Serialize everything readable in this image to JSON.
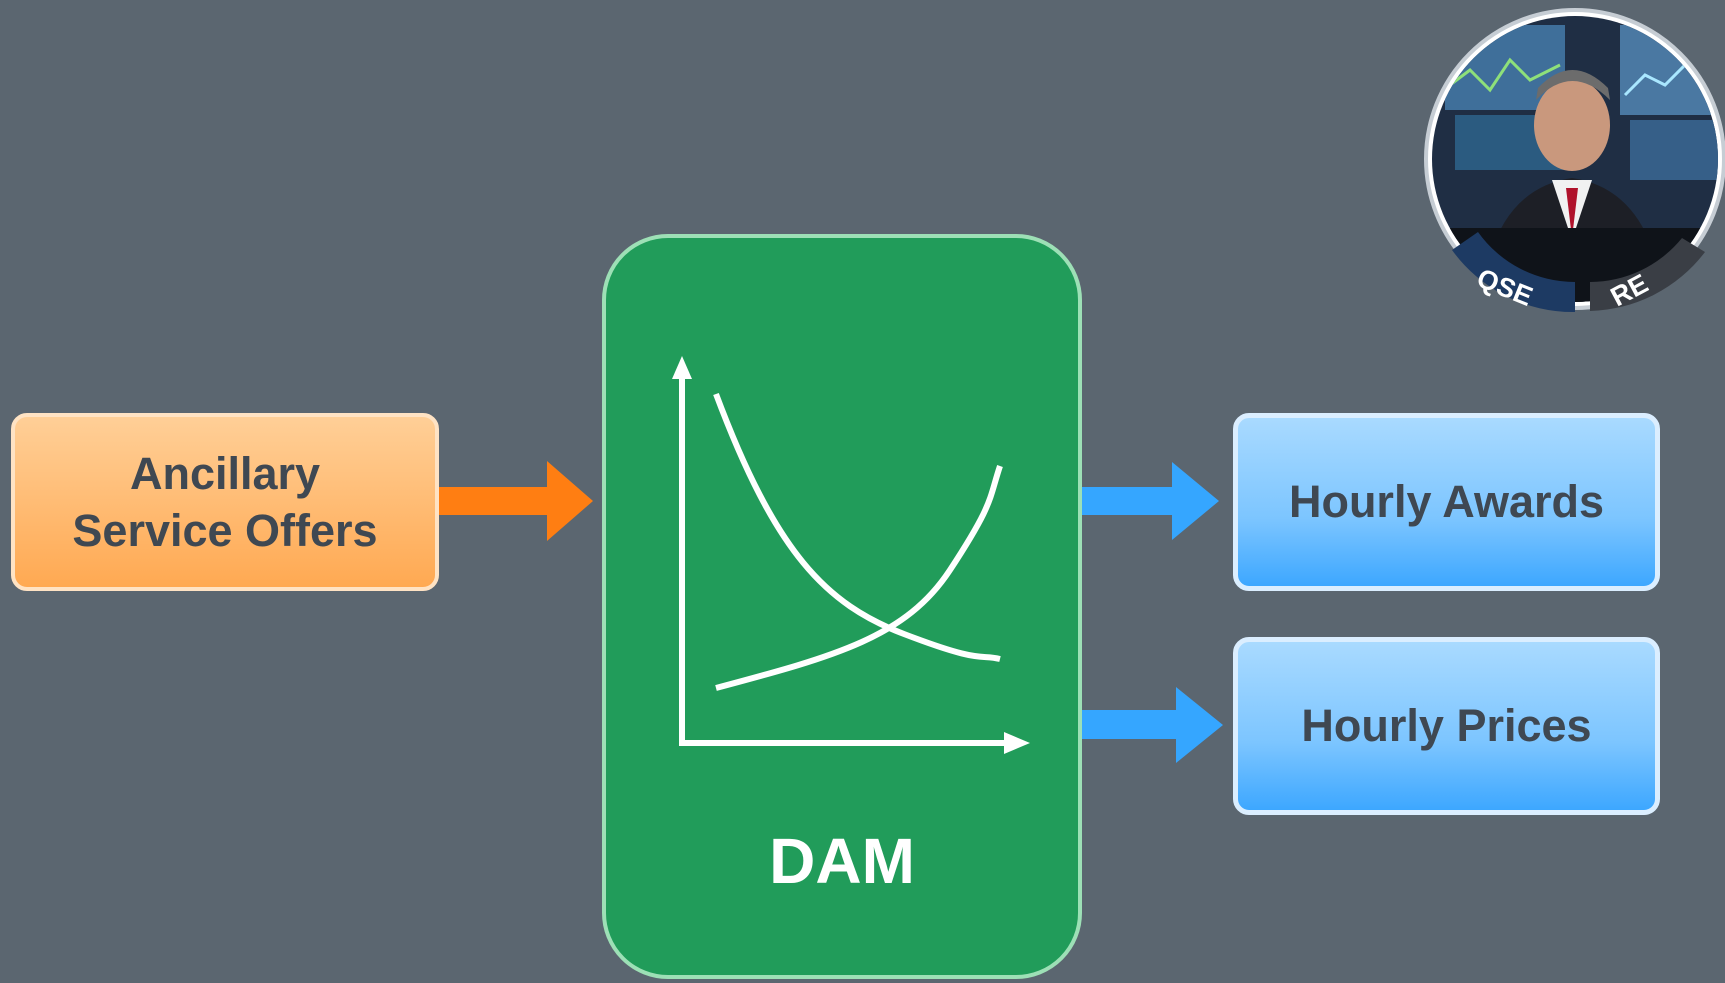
{
  "input": {
    "label": "Ancillary\nService Offers",
    "color": "#ffa952"
  },
  "process": {
    "label": "DAM",
    "color": "#219c5a"
  },
  "outputs": [
    {
      "label": "Hourly Awards"
    },
    {
      "label": "Hourly Prices"
    }
  ],
  "badge": {
    "left_label": "QSE",
    "right_label": "RE"
  },
  "colors": {
    "input_arrow": "#ff7e12",
    "output_arrow": "#35a6ff",
    "background": "#5b6670"
  }
}
